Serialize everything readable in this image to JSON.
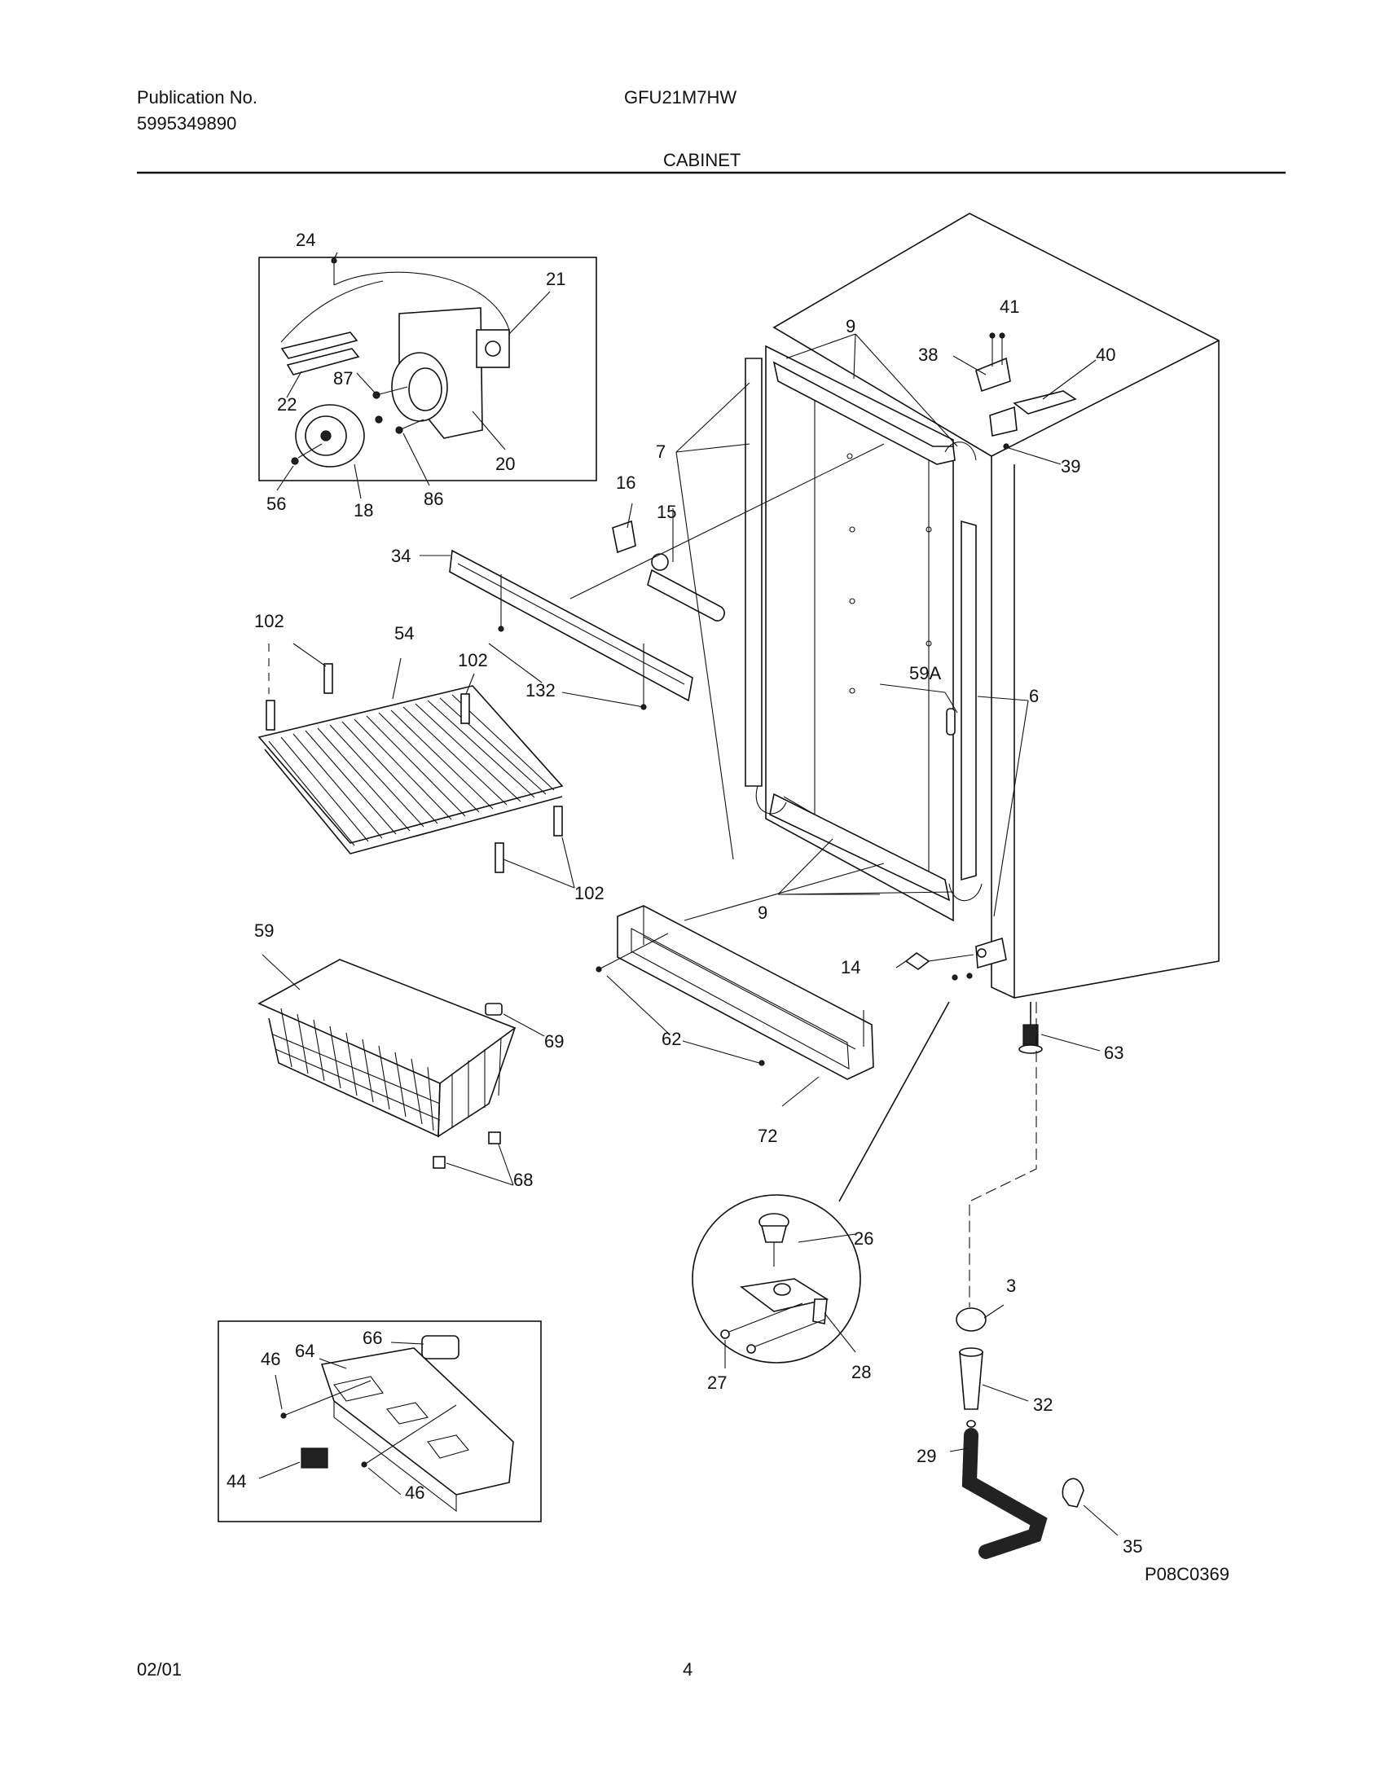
{
  "header": {
    "publication_label": "Publication No.",
    "publication_number": "5995349890",
    "model": "GFU21M7HW",
    "section_title": "CABINET"
  },
  "footer": {
    "date": "02/01",
    "page_number": "4"
  },
  "drawing_id": "P08C0369",
  "callouts": {
    "c24": "24",
    "c21": "21",
    "c87": "87",
    "c22": "22",
    "c20": "20",
    "c56": "56",
    "c18": "18",
    "c86": "86",
    "c41": "41",
    "c9a": "9",
    "c38": "38",
    "c40": "40",
    "c7": "7",
    "c39": "39",
    "c16": "16",
    "c15": "15",
    "c34": "34",
    "c102a": "102",
    "c54": "54",
    "c102b": "102",
    "c132": "132",
    "c59A": "59A",
    "c6": "6",
    "c102c": "102",
    "c9b": "9",
    "c59": "59",
    "c14": "14",
    "c69": "69",
    "c62": "62",
    "c63": "63",
    "c72": "72",
    "c68": "68",
    "c26": "26",
    "c3": "3",
    "c27": "27",
    "c28": "28",
    "c32": "32",
    "c66": "66",
    "c64": "64",
    "c46a": "46",
    "c29": "29",
    "c44": "44",
    "c46b": "46",
    "c35": "35"
  }
}
